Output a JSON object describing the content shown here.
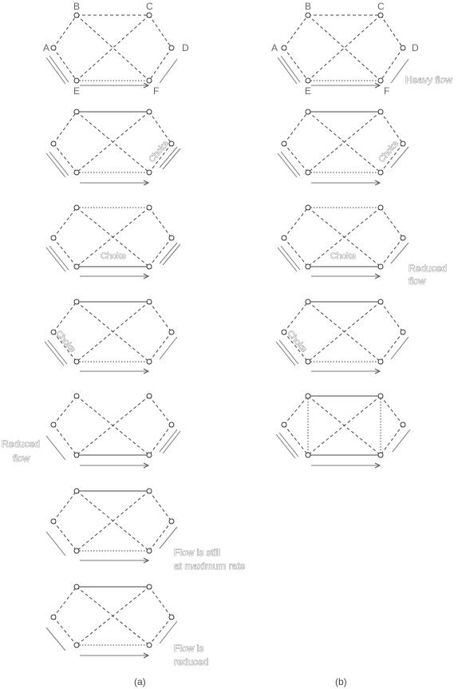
{
  "node_labels": [
    "A",
    "B",
    "C",
    "D",
    "E",
    "F"
  ],
  "labels": {
    "heavy_flow": "Heavy flow",
    "choke": "Choke",
    "reduced_flow_1": "Reduced",
    "reduced_flow_2": "flow",
    "still_max_1": "Flow is still",
    "still_max_2": "at maximum rate",
    "flow_reduced_1": "Flow is",
    "flow_reduced_2": "reduced"
  },
  "captions": {
    "left": "(a)",
    "right": "(b)"
  }
}
